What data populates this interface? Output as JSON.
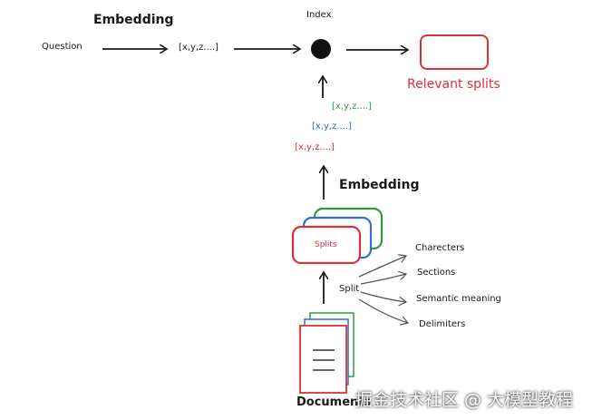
{
  "top_flow": {
    "question_label": "Question",
    "embedding_label": "Embedding",
    "vector_label": "[x,y,z....]",
    "index_label": "Index",
    "relevant_label": "Relevant splits"
  },
  "vectors": [
    {
      "text": "[x,y,z....]",
      "color": "#2f9a3c"
    },
    {
      "text": "[x,y,z....]",
      "color": "#2f6fd6"
    },
    {
      "text": "[x,y,z....]",
      "color": "#d9323a"
    }
  ],
  "mid": {
    "embedding_label": "Embedding",
    "splits_label": "Splits",
    "split_label": "Split"
  },
  "split_types": [
    "Charecters",
    "Sections",
    "Semantic meaning",
    "Delimiters"
  ],
  "documents_label": "Documents",
  "watermark": "掘金技术社区 @ 大模型教程",
  "colors": {
    "red": "#d9323a",
    "blue": "#2f6fd6",
    "green": "#2f9a3c",
    "ink": "#1a1a1a"
  }
}
